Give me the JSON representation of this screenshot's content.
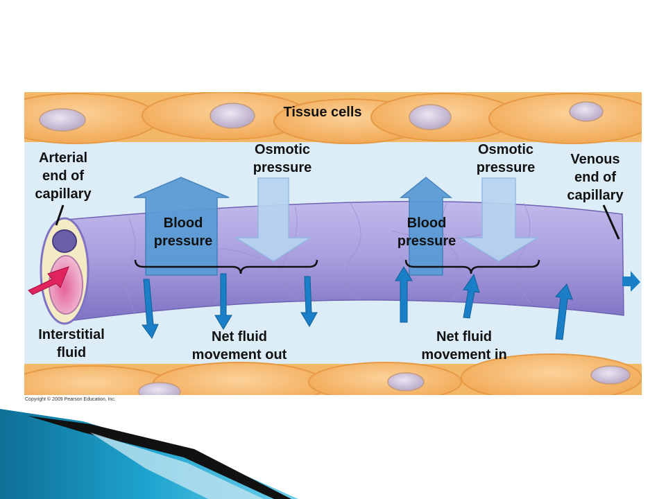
{
  "labels": {
    "tissue_cells": "Tissue cells",
    "arterial_end": "Arterial\nend of\ncapillary",
    "venous_end": "Venous\nend of\ncapillary",
    "osmotic_left": "Osmotic\npressure",
    "osmotic_right": "Osmotic\npressure",
    "blood_left": "Blood\npressure",
    "blood_right": "Blood\npressure",
    "interstitial": "Interstitial\nfluid",
    "net_out": "Net fluid\nmovement out",
    "net_in": "Net fluid\nmovement in"
  },
  "copyright": "Copyright © 2009 Pearson Education, Inc.",
  "colors": {
    "interstitial_bg": "#dcedf7",
    "tissue_cell": "#f6b25e",
    "capillary": "#a79ddb",
    "blood_pressure_arrow": "#5b9bd5",
    "osmotic_arrow": "#b7d3ef",
    "fluid_arrow": "#1a7fc6",
    "blood_flow_arrow": "#e0245e"
  }
}
